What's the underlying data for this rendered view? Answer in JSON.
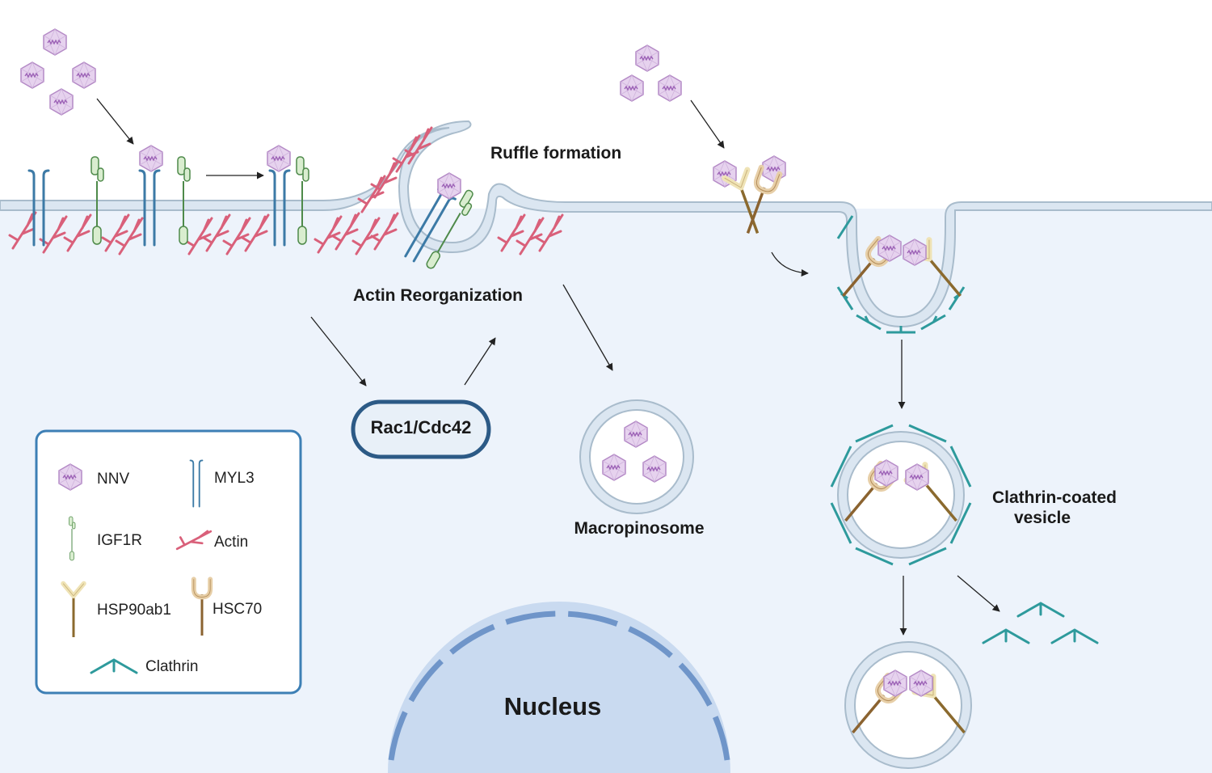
{
  "labels": {
    "ruffle": "Ruffle formation",
    "actin_reorg": "Actin Reorganization",
    "rac": "Rac1/Cdc42",
    "macropinosome": "Macropinosome",
    "ccv_line1": "Clathrin-coated",
    "ccv_line2": "vesicle",
    "nucleus": "Nucleus"
  },
  "legend": {
    "nnv": "NNV",
    "myl3": "MYL3",
    "igf1r": "IGF1R",
    "actin": "Actin",
    "hsp": "HSP90ab1",
    "hsc": "HSC70",
    "clathrin": "Clathrin"
  },
  "colors": {
    "cytoplasm": "#edf3fb",
    "membrane_fill": "#dbe6f1",
    "membrane_stroke": "#a9bccc",
    "virus_fill": "#e6d2ee",
    "virus_stroke": "#b48ac6",
    "myl3": "#3c7aa6",
    "igf1r": "#4e8a4a",
    "igf1r_fill": "#d9edcf",
    "actin": "#d9607a",
    "hsp": "#8b6a2e",
    "hsp_top": "#efe3b6",
    "hsc": "#8b6330",
    "hsc_top": "#e7cfa8",
    "clathrin": "#2e9a9c",
    "nucleus": "#c9daf0",
    "nucleus_border": "#6f95c9",
    "rac_border": "#2c5a86",
    "legend_border": "#3d7fb5"
  },
  "icons": [
    "virus-icon",
    "myl3-receptor-icon",
    "igf1r-receptor-icon",
    "actin-filament-icon",
    "hsp90ab1-receptor-icon",
    "hsc70-receptor-icon",
    "clathrin-icon"
  ]
}
